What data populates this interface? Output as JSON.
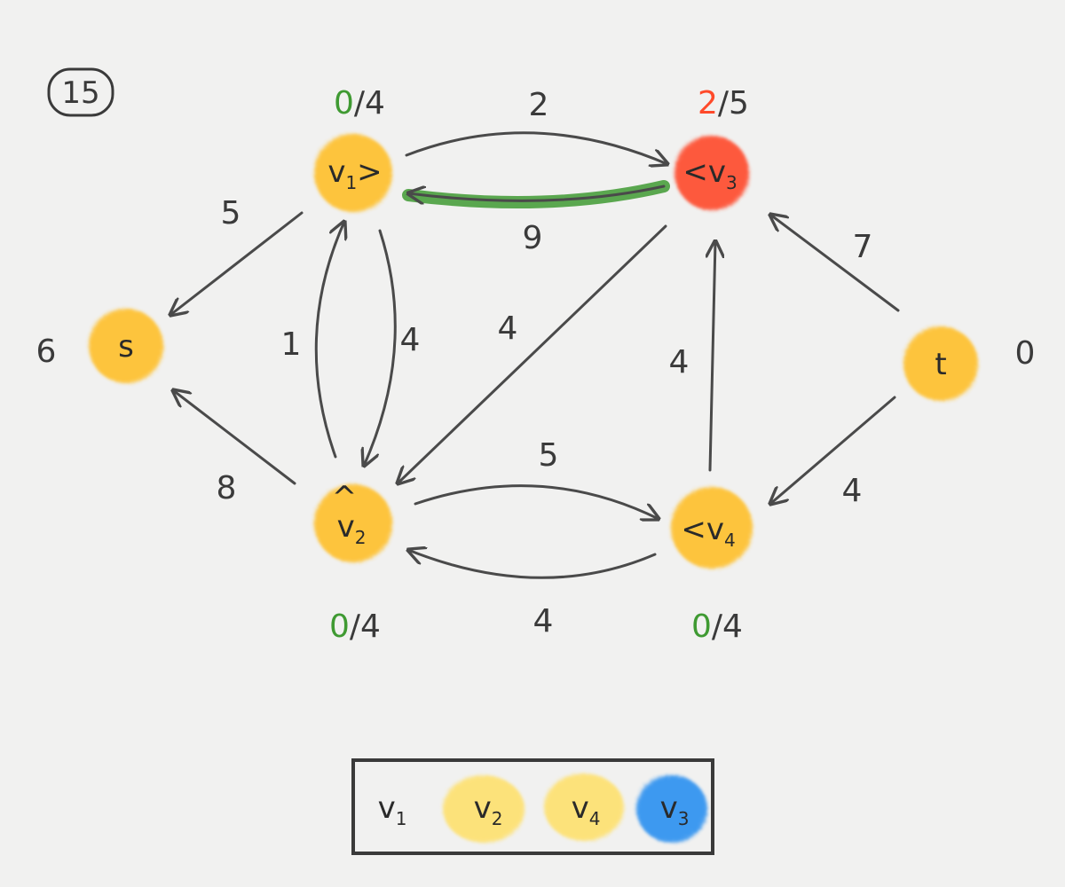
{
  "step_number": "15",
  "colors": {
    "active": "#ff4a2a",
    "node": "#ffc02a",
    "legend_node": "#ffe066",
    "legend_current": "#2a90f0",
    "highlight_edge": "#3f9a32",
    "excess_zero": "#3f9a32",
    "excess_positive": "#ff4a2a"
  },
  "nodes": {
    "s": {
      "name": "s",
      "height": "6"
    },
    "t": {
      "name": "t",
      "height": "0"
    },
    "v1": {
      "name": "v",
      "sub": "1",
      "mark": ">",
      "excess": "0",
      "capacity": "/4"
    },
    "v2": {
      "name": "v",
      "sub": "2",
      "mark": "^",
      "excess": "0",
      "capacity": "/4"
    },
    "v3": {
      "name": "v",
      "sub": "3",
      "mark": "<",
      "excess": "2",
      "capacity": "/5"
    },
    "v4": {
      "name": "v",
      "sub": "4",
      "mark": "<",
      "excess": "0",
      "capacity": "/4"
    }
  },
  "edges": {
    "v1_v3": "2",
    "v3_v1": "9",
    "v1_s": "5",
    "v2_v1": "1",
    "v1_v2": "4",
    "v3_v2": "4",
    "v2_s": "8",
    "v2_v4": "5",
    "v4_v2": "4",
    "v4_v3": "4",
    "t_v3": "7",
    "t_v4": "4"
  },
  "legend": [
    {
      "name": "v",
      "sub": "1"
    },
    {
      "name": "v",
      "sub": "2"
    },
    {
      "name": "v",
      "sub": "4"
    },
    {
      "name": "v",
      "sub": "3"
    }
  ]
}
